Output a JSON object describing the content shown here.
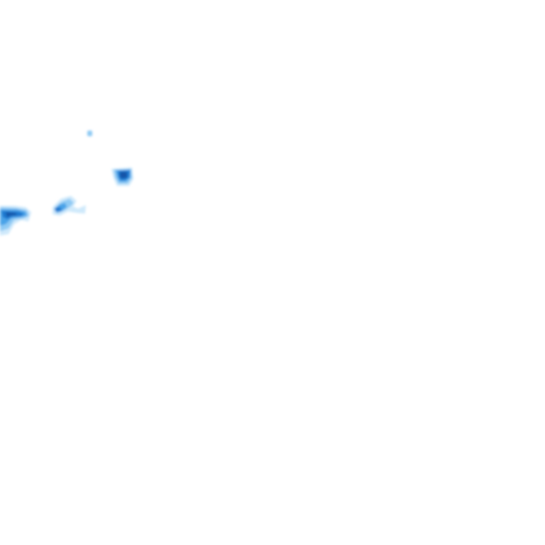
{
  "map": {
    "type": "precipitation-radar-tile",
    "background": "#ffffff",
    "palette": {
      "very_light": "#cfe9fb",
      "light": "#8fcaf4",
      "medium": "#4aa3e8",
      "strong": "#1f78cf",
      "heavy": "#1354a8"
    },
    "cells": [
      {
        "id": "cell-tiny",
        "intensity": "light"
      },
      {
        "id": "cell-square",
        "intensity": "heavy"
      },
      {
        "id": "cell-mid",
        "intensity": "medium"
      },
      {
        "id": "cell-left-edge",
        "intensity": "strong"
      }
    ]
  }
}
